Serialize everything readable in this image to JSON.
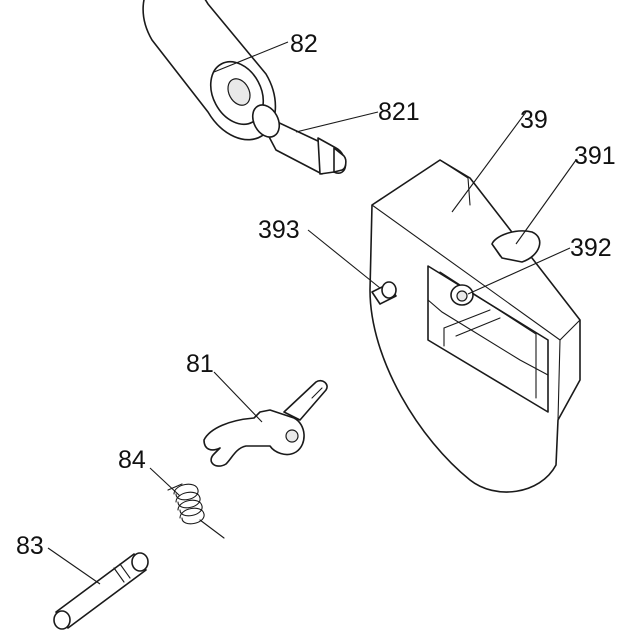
{
  "labels": {
    "l82": "82",
    "l821": "821",
    "l39": "39",
    "l391": "391",
    "l393": "393",
    "l392": "392",
    "l81": "81",
    "l84": "84",
    "l83": "83"
  }
}
